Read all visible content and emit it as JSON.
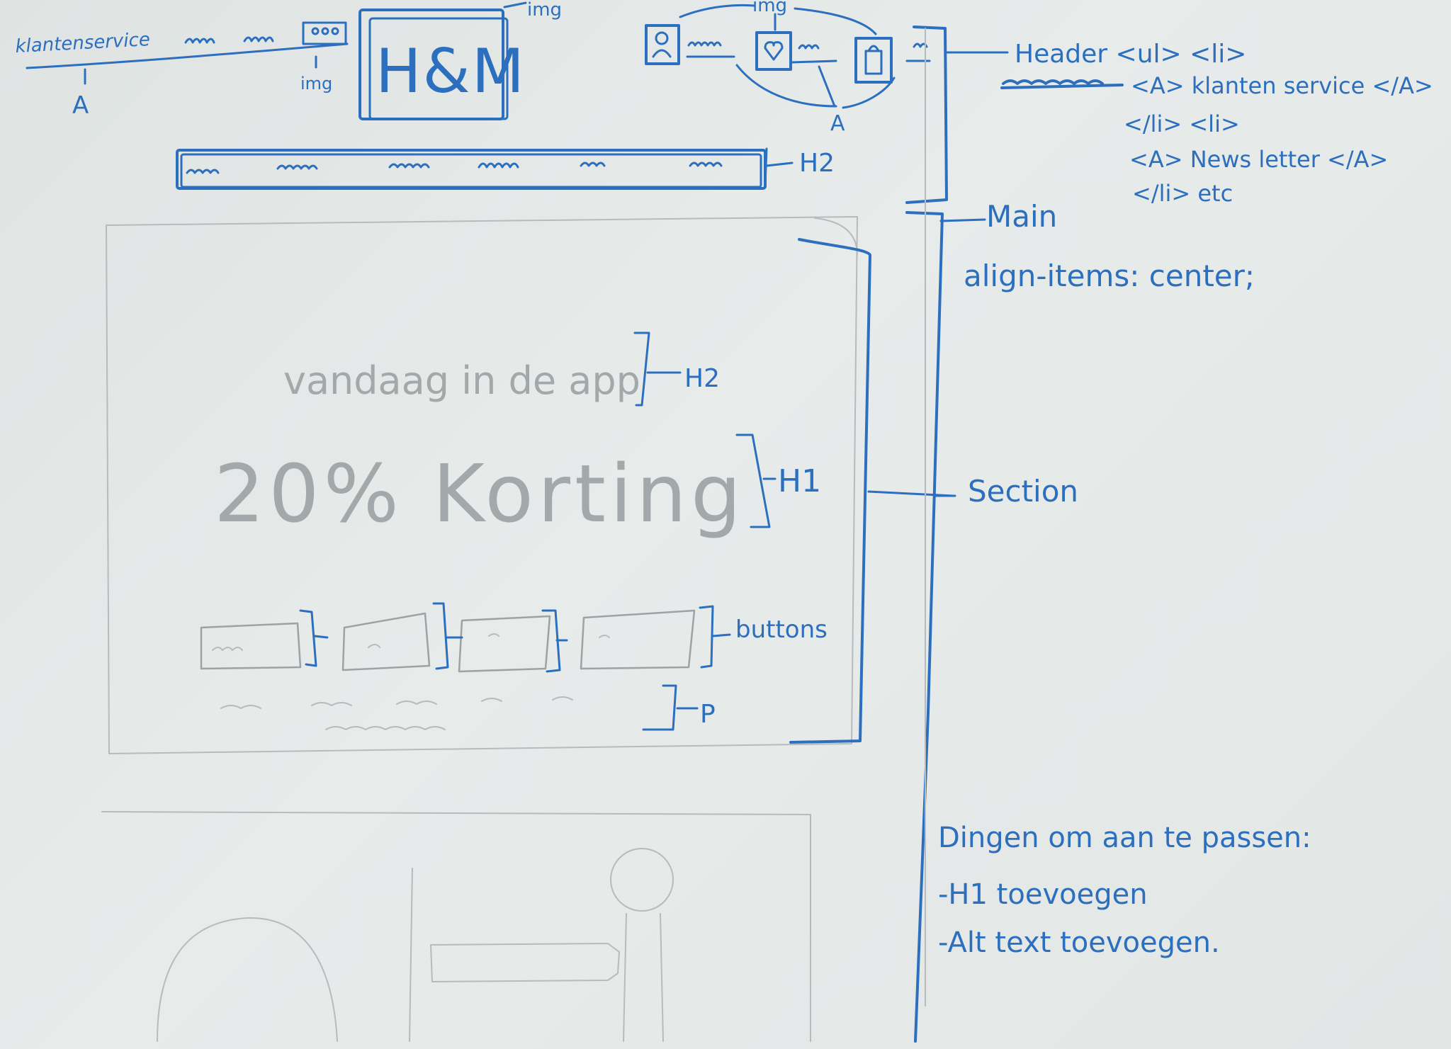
{
  "sketch": {
    "top_bar": {
      "left_link": "klantenservice",
      "link_marker": "A",
      "img_marker_left": "img",
      "logo": "H&M",
      "img_marker_logo": "img",
      "img_marker_icons": "img",
      "icons_link_marker": "A",
      "nav_marker": "H2"
    },
    "hero": {
      "subtitle": "vandaag in de app",
      "subtitle_marker": "H2",
      "title": "20% Korting",
      "title_marker": "H1",
      "buttons_marker": "buttons",
      "paragraph_marker": "P"
    },
    "annotations": {
      "header_line1": "Header <ul> <li>",
      "header_line2": "<A> klanten service </A>",
      "header_line3": "</li> <li>",
      "header_line4": "<A> News letter </A>",
      "header_line5": "</li> etc",
      "main": "Main",
      "main_rule": "align-items: center;",
      "section": "Section",
      "todo_title": "Dingen om aan te passen:",
      "todo_items": [
        "-H1 toevoegen",
        "-Alt text toevoegen."
      ]
    },
    "colors": {
      "ink": "#2c6fbe",
      "pencil": "#9da3a5",
      "paper": "#e3e7e6"
    }
  }
}
